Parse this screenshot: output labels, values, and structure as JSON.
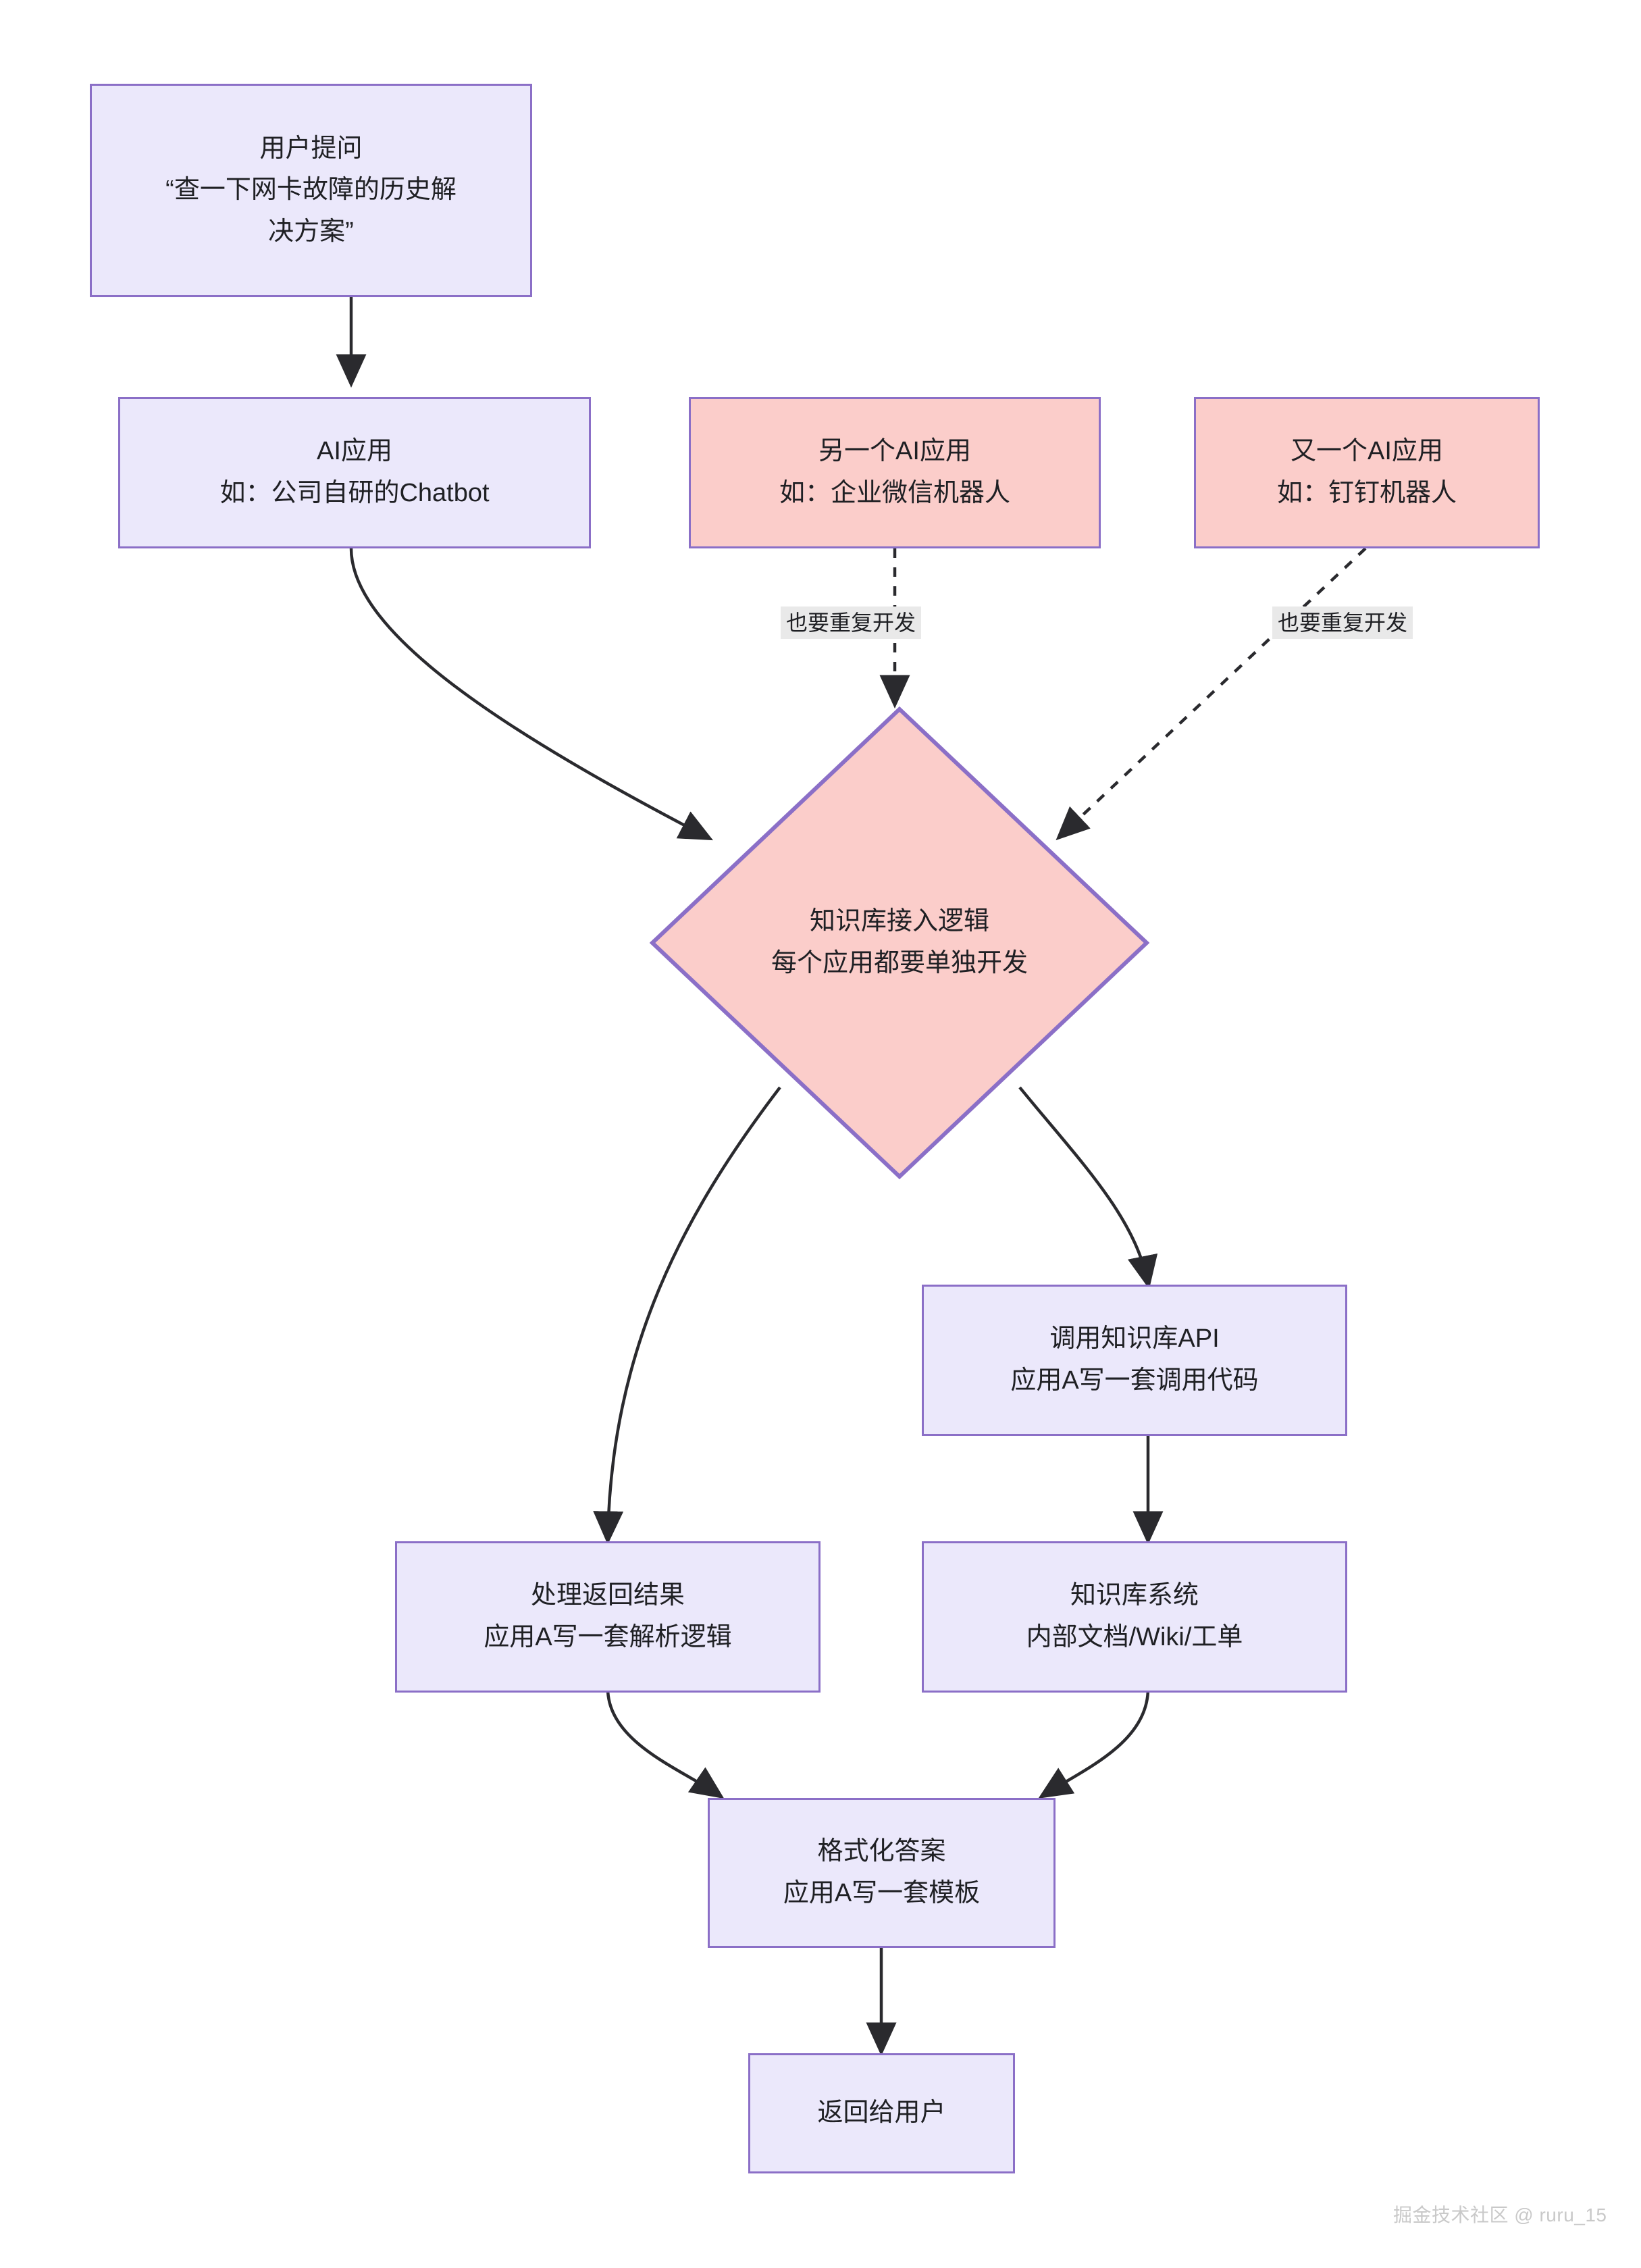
{
  "diagram": {
    "type": "flowchart",
    "title": "",
    "colors": {
      "lavender_fill": "#ebe8fb",
      "pink_fill": "#fbcdca",
      "node_border": "#8b6fc7",
      "edge_stroke": "#1f2024",
      "edge_label_bg": "#e9e9e9",
      "text": "#1f2024",
      "watermark": "#c9c9c9",
      "background": "#ffffff"
    },
    "nodes": [
      {
        "id": "user-question",
        "shape": "rect",
        "fill": "lavender",
        "lines": [
          "用户提问",
          "“查一下网卡故障的历史解",
          "决方案”"
        ]
      },
      {
        "id": "ai-app",
        "shape": "rect",
        "fill": "lavender",
        "lines": [
          "AI应用",
          "如：公司自研的Chatbot"
        ]
      },
      {
        "id": "another-ai-app",
        "shape": "rect",
        "fill": "pink",
        "lines": [
          "另一个AI应用",
          "如：企业微信机器人"
        ]
      },
      {
        "id": "yet-another-ai-app",
        "shape": "rect",
        "fill": "pink",
        "lines": [
          "又一个AI应用",
          "如：钉钉机器人"
        ]
      },
      {
        "id": "kb-access-logic",
        "shape": "diamond",
        "fill": "pink",
        "lines": [
          "知识库接入逻辑",
          "每个应用都要单独开发"
        ]
      },
      {
        "id": "call-kb-api",
        "shape": "rect",
        "fill": "lavender",
        "lines": [
          "调用知识库API",
          "应用A写一套调用代码"
        ]
      },
      {
        "id": "process-result",
        "shape": "rect",
        "fill": "lavender",
        "lines": [
          "处理返回结果",
          "应用A写一套解析逻辑"
        ]
      },
      {
        "id": "kb-system",
        "shape": "rect",
        "fill": "lavender",
        "lines": [
          "知识库系统",
          "内部文档/Wiki/工单"
        ]
      },
      {
        "id": "format-answer",
        "shape": "rect",
        "fill": "lavender",
        "lines": [
          "格式化答案",
          "应用A写一套模板"
        ]
      },
      {
        "id": "return-to-user",
        "shape": "rect",
        "fill": "lavender",
        "lines": [
          "返回给用户"
        ]
      }
    ],
    "edges": [
      {
        "id": "e-user-to-ai",
        "from": "user-question",
        "to": "ai-app",
        "style": "solid",
        "label": ""
      },
      {
        "id": "e-ai-to-logic",
        "from": "ai-app",
        "to": "kb-access-logic",
        "style": "solid",
        "label": ""
      },
      {
        "id": "e-another-to-logic",
        "from": "another-ai-app",
        "to": "kb-access-logic",
        "style": "dotted",
        "label": "也要重复开发"
      },
      {
        "id": "e-yetanother-to-logic",
        "from": "yet-another-ai-app",
        "to": "kb-access-logic",
        "style": "dotted",
        "label": "也要重复开发"
      },
      {
        "id": "e-logic-to-process",
        "from": "kb-access-logic",
        "to": "process-result",
        "style": "solid",
        "label": ""
      },
      {
        "id": "e-logic-to-api",
        "from": "kb-access-logic",
        "to": "call-kb-api",
        "style": "solid",
        "label": ""
      },
      {
        "id": "e-api-to-kbsys",
        "from": "call-kb-api",
        "to": "kb-system",
        "style": "solid",
        "label": ""
      },
      {
        "id": "e-process-to-format",
        "from": "process-result",
        "to": "format-answer",
        "style": "solid",
        "label": ""
      },
      {
        "id": "e-kbsys-to-format",
        "from": "kb-system",
        "to": "format-answer",
        "style": "solid",
        "label": ""
      },
      {
        "id": "e-format-to-return",
        "from": "format-answer",
        "to": "return-to-user",
        "style": "solid",
        "label": ""
      }
    ],
    "edge_labels": {
      "another_repeat": "也要重复开发",
      "yetanother_repeat": "也要重复开发"
    }
  },
  "watermark": {
    "text": "掘金技术社区 @ ruru_15"
  }
}
